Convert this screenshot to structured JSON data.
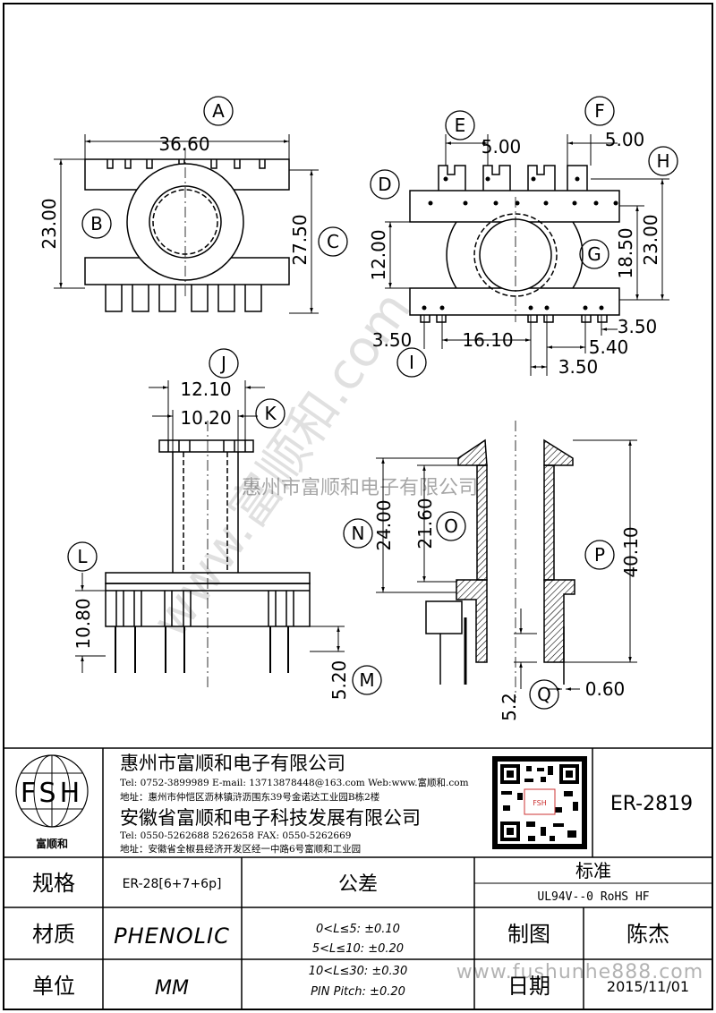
{
  "drawing": {
    "views": {
      "top": {
        "letters": [
          "A",
          "B",
          "C"
        ],
        "dims": [
          "36.60",
          "23.00",
          "27.50"
        ]
      },
      "side": {
        "letters": [
          "D",
          "E",
          "F",
          "G",
          "H",
          "I"
        ],
        "dims": [
          "5.00",
          "5.00",
          "12.00",
          "18.50",
          "23.00",
          "3.50",
          "16.10",
          "5.40",
          "3.50",
          "3.50"
        ]
      },
      "front": {
        "letters": [
          "J",
          "K",
          "L",
          "M"
        ],
        "dims": [
          "12.10",
          "10.20",
          "10.80",
          "5.20"
        ]
      },
      "section": {
        "letters": [
          "N",
          "O",
          "P",
          "Q"
        ],
        "dims": [
          "24.00",
          "21.60",
          "40.10",
          "0.60",
          "5.2"
        ]
      }
    },
    "watermark_diag": "www.富顺和.com",
    "watermark_mid": "惠州市富顺和电子有限公司",
    "watermark_bottom": "www.fushunhe888.com"
  },
  "company": {
    "logo_letters": "FSH",
    "logo_caption": "富顺和",
    "name1": "惠州市富顺和电子有限公司",
    "contact1": "Tel:  0752-3899989  E-mail: 13713878448@163.com  Web:www.富顺和.com",
    "addr1": "地址：惠州市仲恺区沥林镇浒沥围东39号金诺达工业园B栋2楼",
    "name2": "安徽省富顺和电子科技发展有限公司",
    "contact2": "Tel:  0550-5262688  5262658      FAX: 0550-5262669",
    "addr2": "地址：安徽省全椒县经济开发区经一中路6号富顺和工业园",
    "part_no": "ER-2819"
  },
  "table": {
    "spec_label": "规格",
    "spec_value": "ER-28[6+7+6p]",
    "material_label": "材质",
    "material_value": "PHENOLIC",
    "unit_label": "单位",
    "unit_value": "MM",
    "tolerance_label": "公差",
    "tolerances": [
      "0<L≤5: ±0.10",
      "5<L≤10: ±0.20",
      "10<L≤30: ±0.30",
      "PIN Pitch: ±0.20"
    ],
    "standard_label": "标准",
    "standard_value": "UL94V--0  RoHS HF",
    "drawn_label": "制图",
    "drawn_value": "陈杰",
    "date_label": "日期",
    "date_value": "2015/11/01"
  }
}
